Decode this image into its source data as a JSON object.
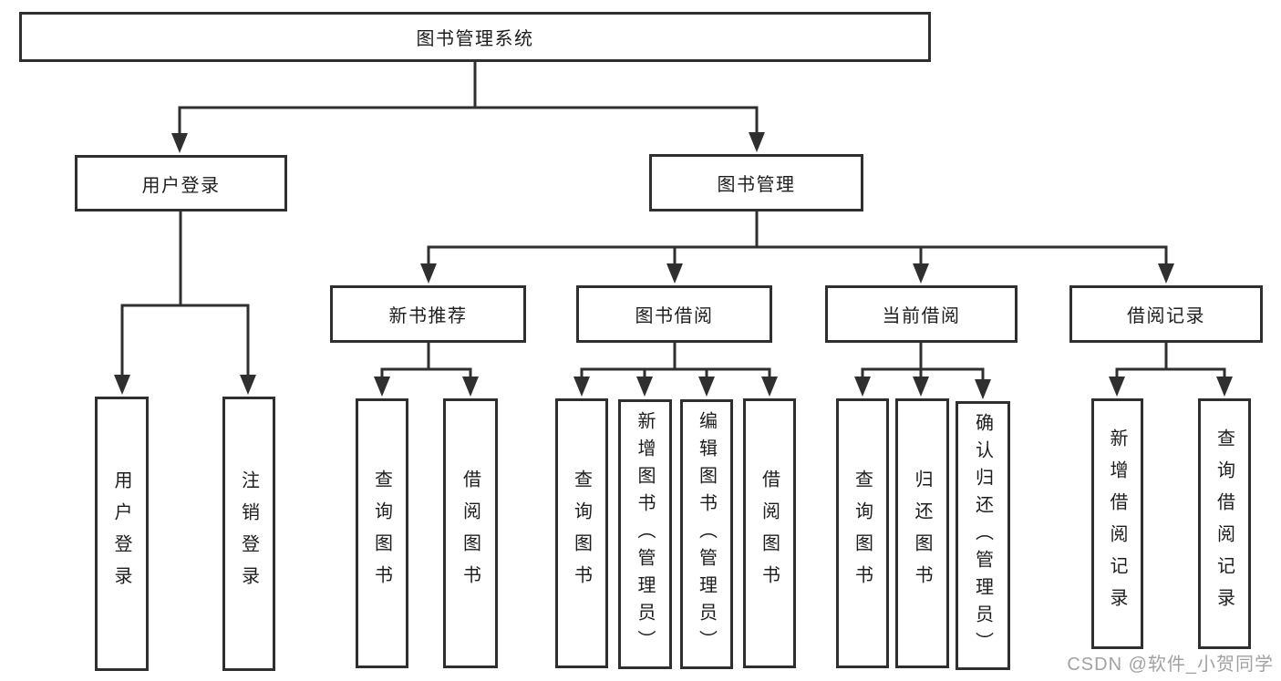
{
  "diagram_title": "图书管理系统",
  "tree": {
    "root": {
      "label": "图书管理系统"
    },
    "branches": [
      {
        "label": "用户登录",
        "children": [
          "用户登录",
          "注销登录"
        ]
      },
      {
        "label": "图书管理",
        "children": [
          {
            "label": "新书推荐",
            "children": [
              "查询图书",
              "借阅图书"
            ]
          },
          {
            "label": "图书借阅",
            "children": [
              "查询图书",
              "新增图书（管理员）",
              "编辑图书（管理员）",
              "借阅图书"
            ]
          },
          {
            "label": "当前借阅",
            "children": [
              "查询图书",
              "归还图书",
              "确认归还（管理员）"
            ]
          },
          {
            "label": "借阅记录",
            "children": [
              "新增借阅记录",
              "查询借阅记录"
            ]
          }
        ]
      }
    ]
  },
  "watermark": {
    "text": "CSDN @软件_小贺同学"
  },
  "colors": {
    "background": "#ffffff",
    "box_border": "#2f2f2f",
    "connector_line": "#2f2f2f",
    "text": "#1d1d1f",
    "watermark_text": "#a2a2a2"
  }
}
